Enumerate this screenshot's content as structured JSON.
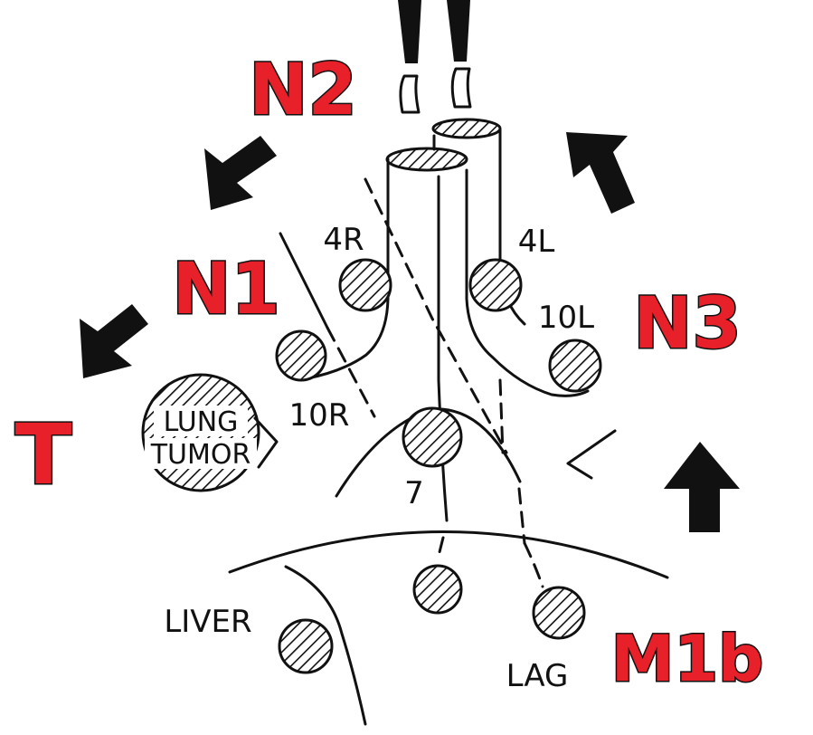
{
  "stations": {
    "s4r": "4R",
    "s4l": "4L",
    "s10r": "10R",
    "s10l": "10L",
    "s7": "7"
  },
  "organs": {
    "tumor_line1": "LUNG",
    "tumor_line2": "TUMOR",
    "liver": "LIVER",
    "lag": "LAG"
  },
  "stages": {
    "n2": "N2",
    "n1": "N1",
    "n3": "N3",
    "t": "T",
    "m1b": "M1b"
  },
  "colors": {
    "stage_red": "#e8202a",
    "ink": "#111111"
  }
}
